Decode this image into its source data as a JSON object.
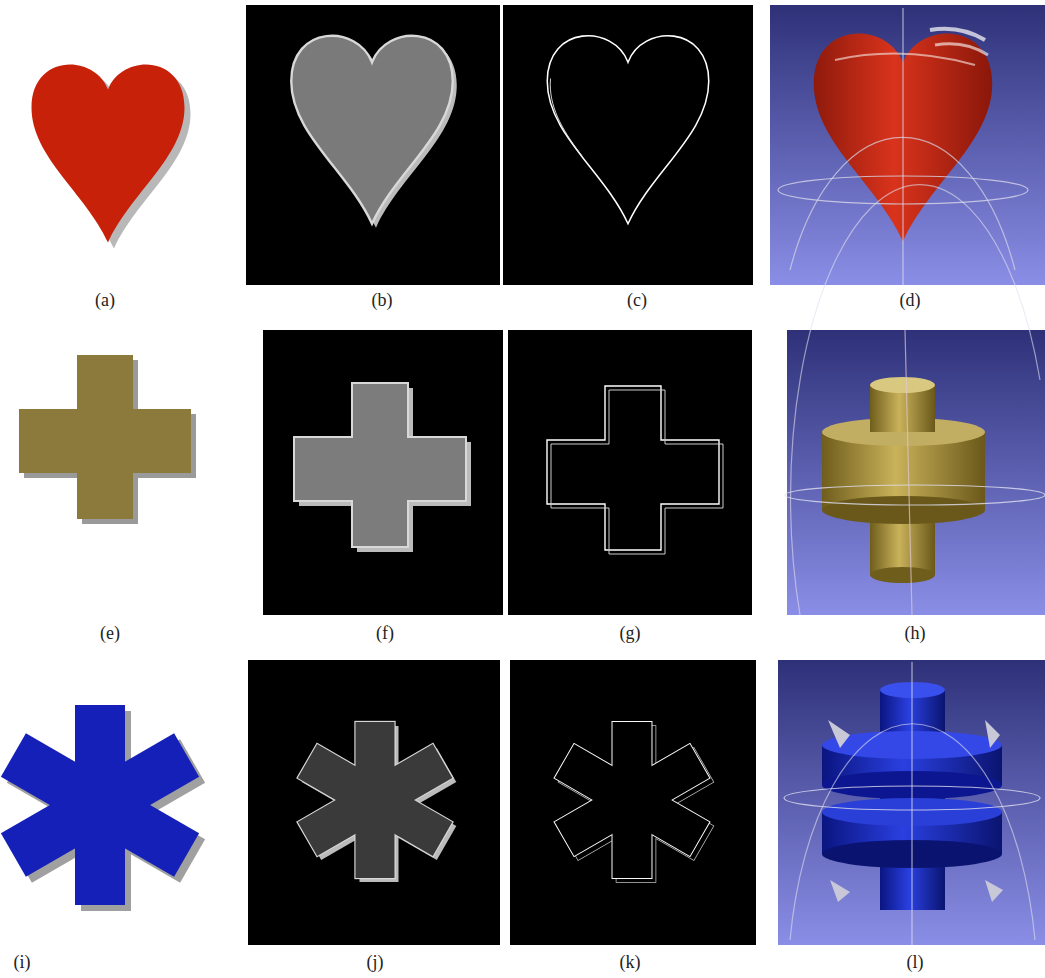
{
  "diagram": {
    "labels": [
      "(a)",
      "(b)",
      "(c)",
      "(d)",
      "(e)",
      "(f)",
      "(g)",
      "(h)",
      "(i)",
      "(j)",
      "(k)",
      "(l)"
    ]
  }
}
